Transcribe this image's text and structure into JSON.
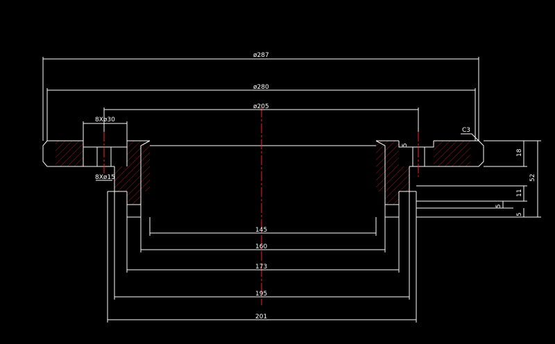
{
  "drawing": {
    "background": "#000000",
    "line_color": "#ffffff",
    "centerline_color": "#ff2020",
    "hatch_color": "#cc2222"
  },
  "dimensions": {
    "d287": "ø287",
    "d280": "ø280",
    "d205": "ø205",
    "holes_30": "8Xø30",
    "holes_15": "8Xø15",
    "chamfer": "C3",
    "w145": "145",
    "w160": "160",
    "w173": "173",
    "w195": "195",
    "w201": "201",
    "h52": "52",
    "h18": "18",
    "h11": "11",
    "h5a": "5",
    "h5b": "5",
    "h5c": "5"
  }
}
